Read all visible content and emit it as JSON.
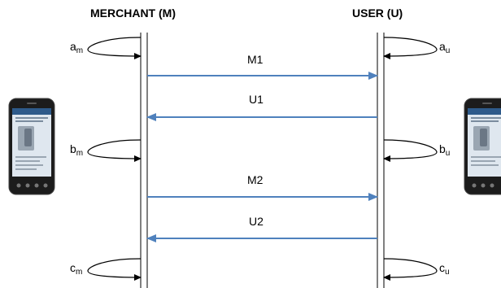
{
  "participants": {
    "merchant": {
      "title": "MERCHANT (M)"
    },
    "user": {
      "title": "USER (U)"
    }
  },
  "messages": [
    {
      "label": "M1",
      "from": "merchant",
      "to": "user"
    },
    {
      "label": "U1",
      "from": "user",
      "to": "merchant"
    },
    {
      "label": "M2",
      "from": "merchant",
      "to": "user"
    },
    {
      "label": "U2",
      "from": "user",
      "to": "merchant"
    }
  ],
  "self_loops": {
    "merchant": [
      {
        "base": "a",
        "sub": "m"
      },
      {
        "base": "b",
        "sub": "m"
      },
      {
        "base": "c",
        "sub": "m"
      }
    ],
    "user": [
      {
        "base": "a",
        "sub": "u"
      },
      {
        "base": "b",
        "sub": "u"
      },
      {
        "base": "c",
        "sub": "u"
      }
    ]
  },
  "colors": {
    "arrow": "#4f81bd",
    "lifeline": "#000000",
    "phone_body": "#1c1c1c",
    "phone_screen": "#dfe7ef"
  },
  "icons": {
    "left_device": "smartphone-icon",
    "right_device": "smartphone-icon"
  }
}
